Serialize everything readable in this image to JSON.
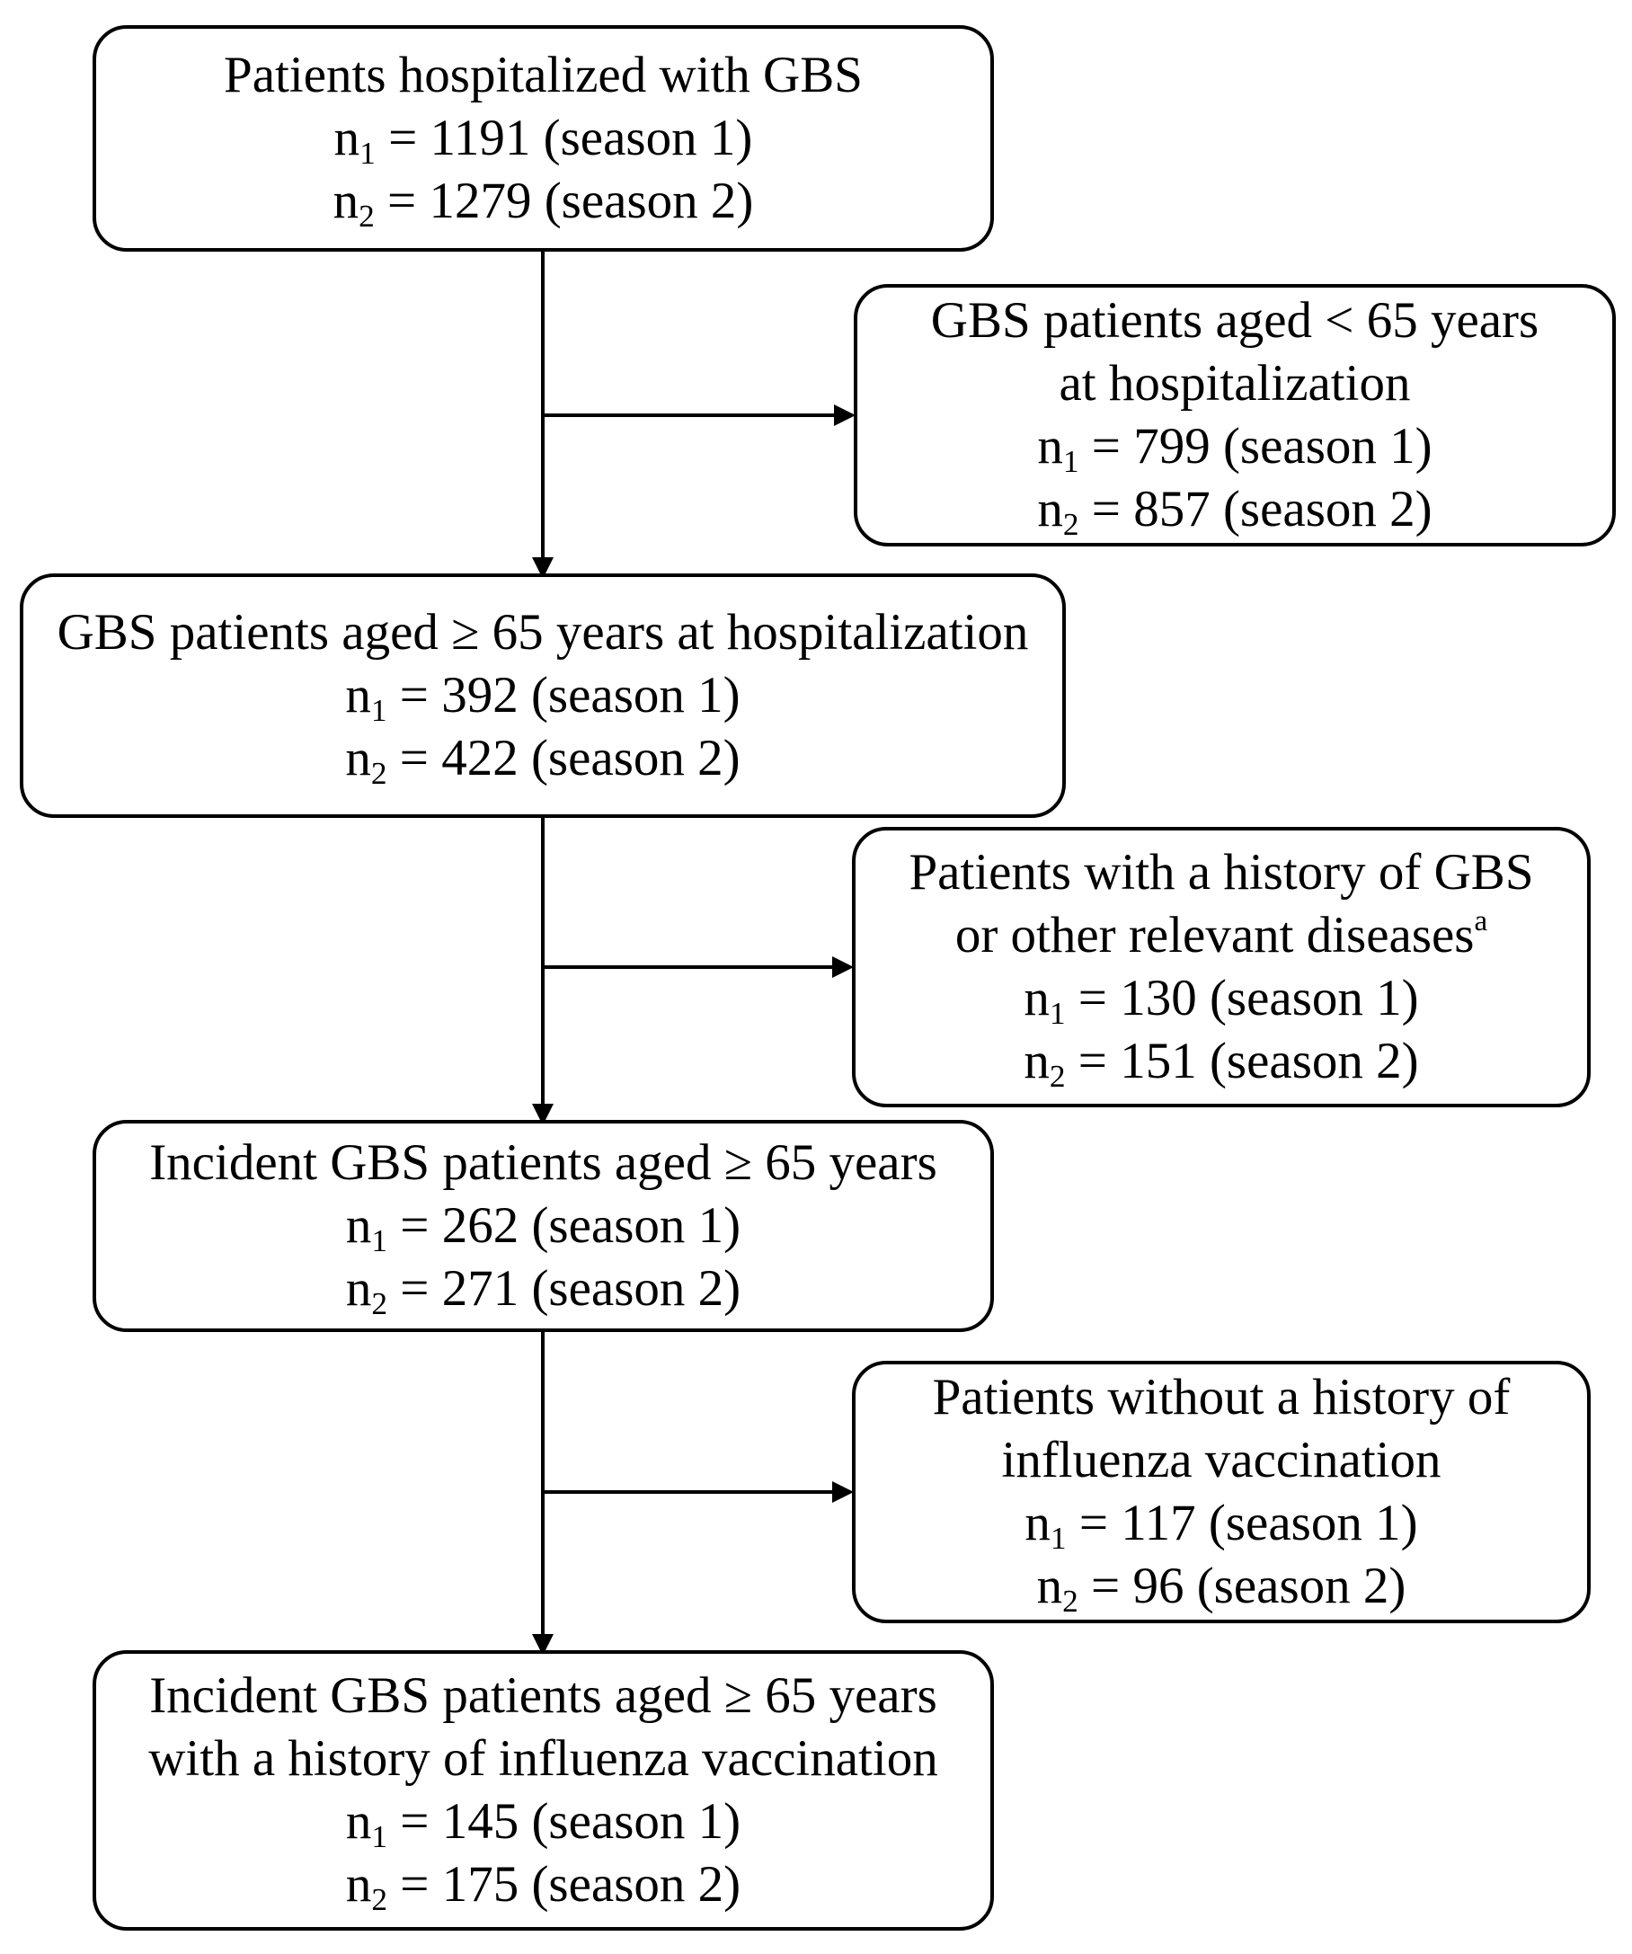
{
  "flowchart": {
    "box1": {
      "title": "Patients hospitalized with GBS",
      "n1": "1191 (season 1)",
      "n2": "1279 (season 2)"
    },
    "box2": {
      "title_line1": "GBS patients aged < 65 years",
      "title_line2": "at hospitalization",
      "n1": "799 (season 1)",
      "n2": "857 (season 2)"
    },
    "box3": {
      "title": "GBS patients aged ≥ 65 years at hospitalization",
      "n1": "392 (season 1)",
      "n2": "422 (season 2)"
    },
    "box4": {
      "title_line1": "Patients with a history of GBS",
      "title_line2": "or other relevant diseases",
      "footnote_marker": "a",
      "n1": "130 (season 1)",
      "n2": "151 (season 2)"
    },
    "box5": {
      "title": "Incident GBS patients aged ≥ 65 years",
      "n1": "262 (season 1)",
      "n2": "271 (season 2)"
    },
    "box6": {
      "title_line1": "Patients without a history of",
      "title_line2": "influenza vaccination",
      "n1": "117 (season 1)",
      "n2": "96 (season 2)"
    },
    "box7": {
      "title_line1": "Incident GBS patients aged ≥ 65 years",
      "title_line2": "with a history of influenza vaccination",
      "n1": "145 (season 1)",
      "n2": "175 (season 2)"
    },
    "count_labels": {
      "n": "n",
      "sub1": "1",
      "sub2": "2",
      "equals": " = "
    },
    "line_color": "#000000",
    "box_border_color": "#000000",
    "background_color": "#ffffff"
  }
}
